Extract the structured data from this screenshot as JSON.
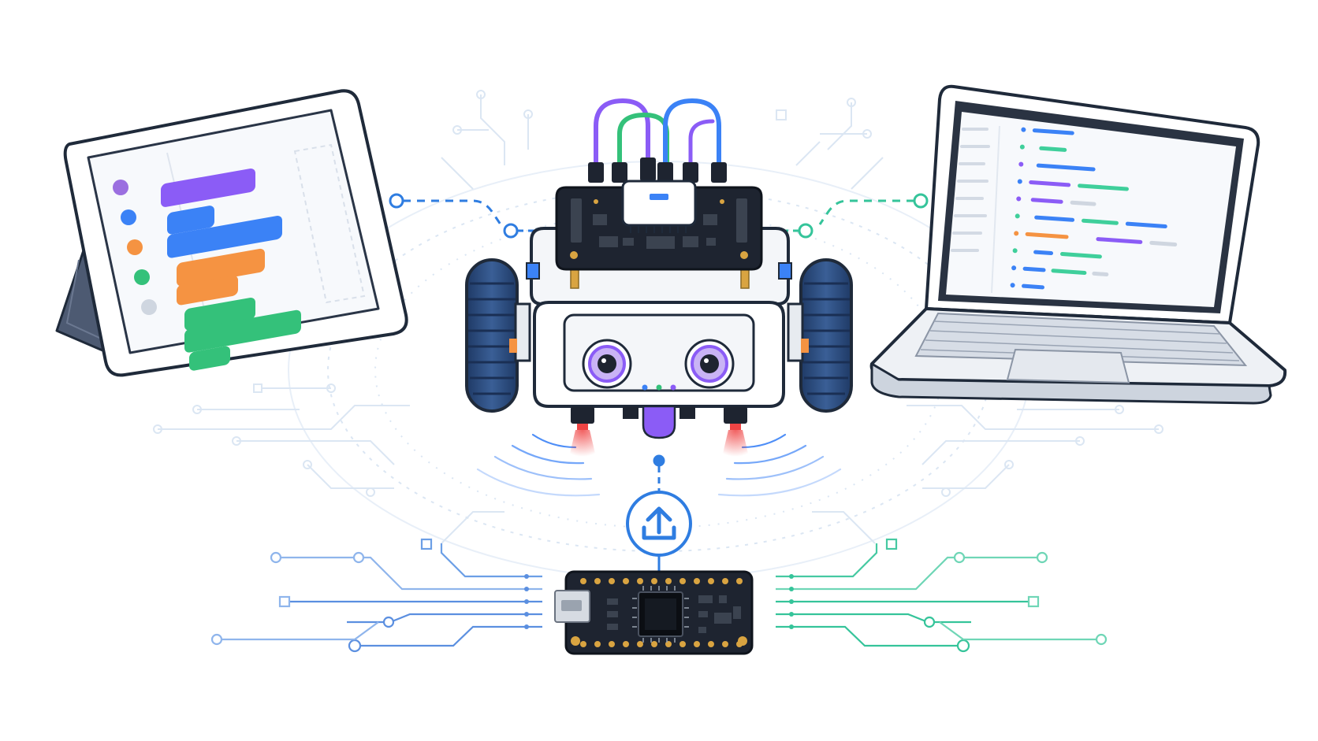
{
  "illustration": {
    "subject": "robot-programming-connectivity",
    "devices": [
      "tablet",
      "robot",
      "laptop",
      "microcontroller-board"
    ],
    "icons": [
      "upload-icon"
    ]
  },
  "tablet": {
    "block_colors": [
      "#8b5cf6",
      "#3b82f6",
      "#f59342",
      "#34c17a"
    ],
    "palette_dots": [
      "#9b6fe0",
      "#3b82f6",
      "#f59342",
      "#34c17a",
      "#cfd6e0"
    ]
  },
  "laptop": {
    "code_colors": [
      "#3b82f6",
      "#3fcf9b",
      "#8b5cf6",
      "#f59342",
      "#cfd6e0"
    ]
  },
  "colors": {
    "outline": "#1f2a3a",
    "accent_blue": "#2f7de1",
    "accent_teal": "#35c49a",
    "circuit_light": "#cfe0f5",
    "board": "#1e2430",
    "wheel": "#2d4b7a",
    "eye_ring": "#8b5cf6",
    "sensor_red": "#ef4444"
  }
}
